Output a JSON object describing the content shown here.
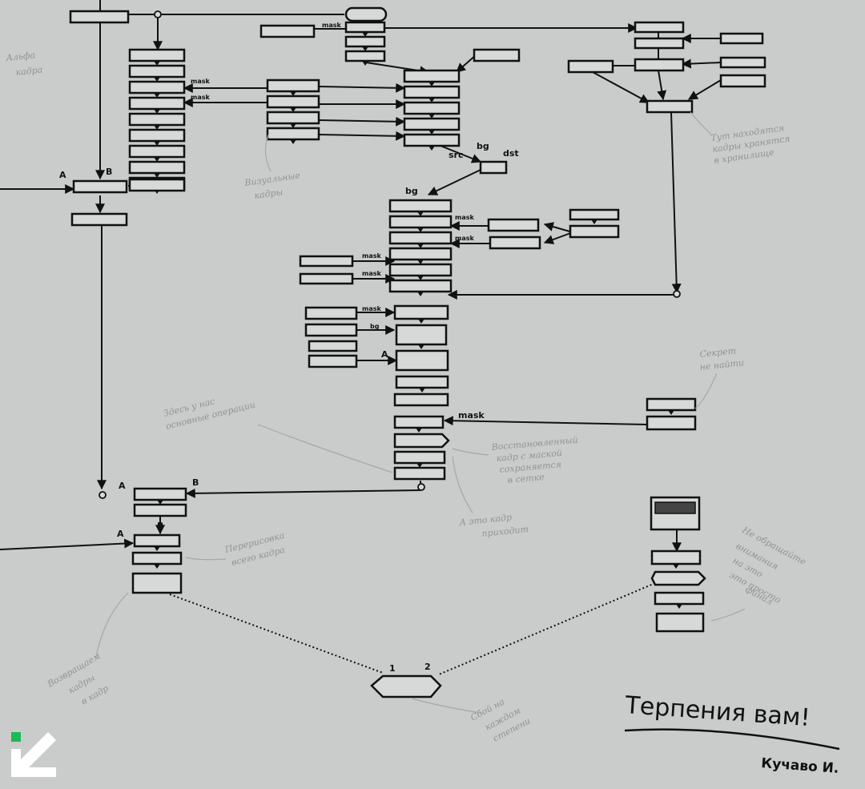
{
  "labels": {
    "a": "A",
    "b": "B",
    "mask": "mask",
    "bg": "bg",
    "src": "src",
    "dst": "dst",
    "one": "1",
    "two": "2"
  },
  "signature": {
    "line1": "Терпения вам!",
    "line2": "Кучаво И."
  },
  "annotations": {
    "alpha": "Альфа",
    "alpha2": "кадра",
    "vizualnye": "Визуальные",
    "vizualnye2": "кадры",
    "zdes": "Здесь у нас",
    "zdes2": "основные операции",
    "vosstan": "Восстановленный",
    "vosstan2": "кадр с маской",
    "vosstan3": "сохраняется",
    "vosstan4": "в сетке",
    "a_eto": "А это кадр",
    "a_eto2": "приходит",
    "perer": "Перерисовка",
    "perer2": "всего кадра",
    "vozvrat": "Возвращаем",
    "vozvrat2": "кадры",
    "vozvrat3": "в кадр",
    "sboi": "Сбой на",
    "sboi2": "каждом",
    "sboi3": "степени",
    "sekret": "Секрет",
    "sekret2": "не найти",
    "tut": "Тут находятся",
    "tut2": "кадры хранятся",
    "tut3": "в хранилище",
    "ne_obr": "Не обращайте",
    "ne_obr2": "внимания",
    "ne_obr3": "на это",
    "ne_obr4": "это просто",
    "ne_obr5": "финал"
  }
}
